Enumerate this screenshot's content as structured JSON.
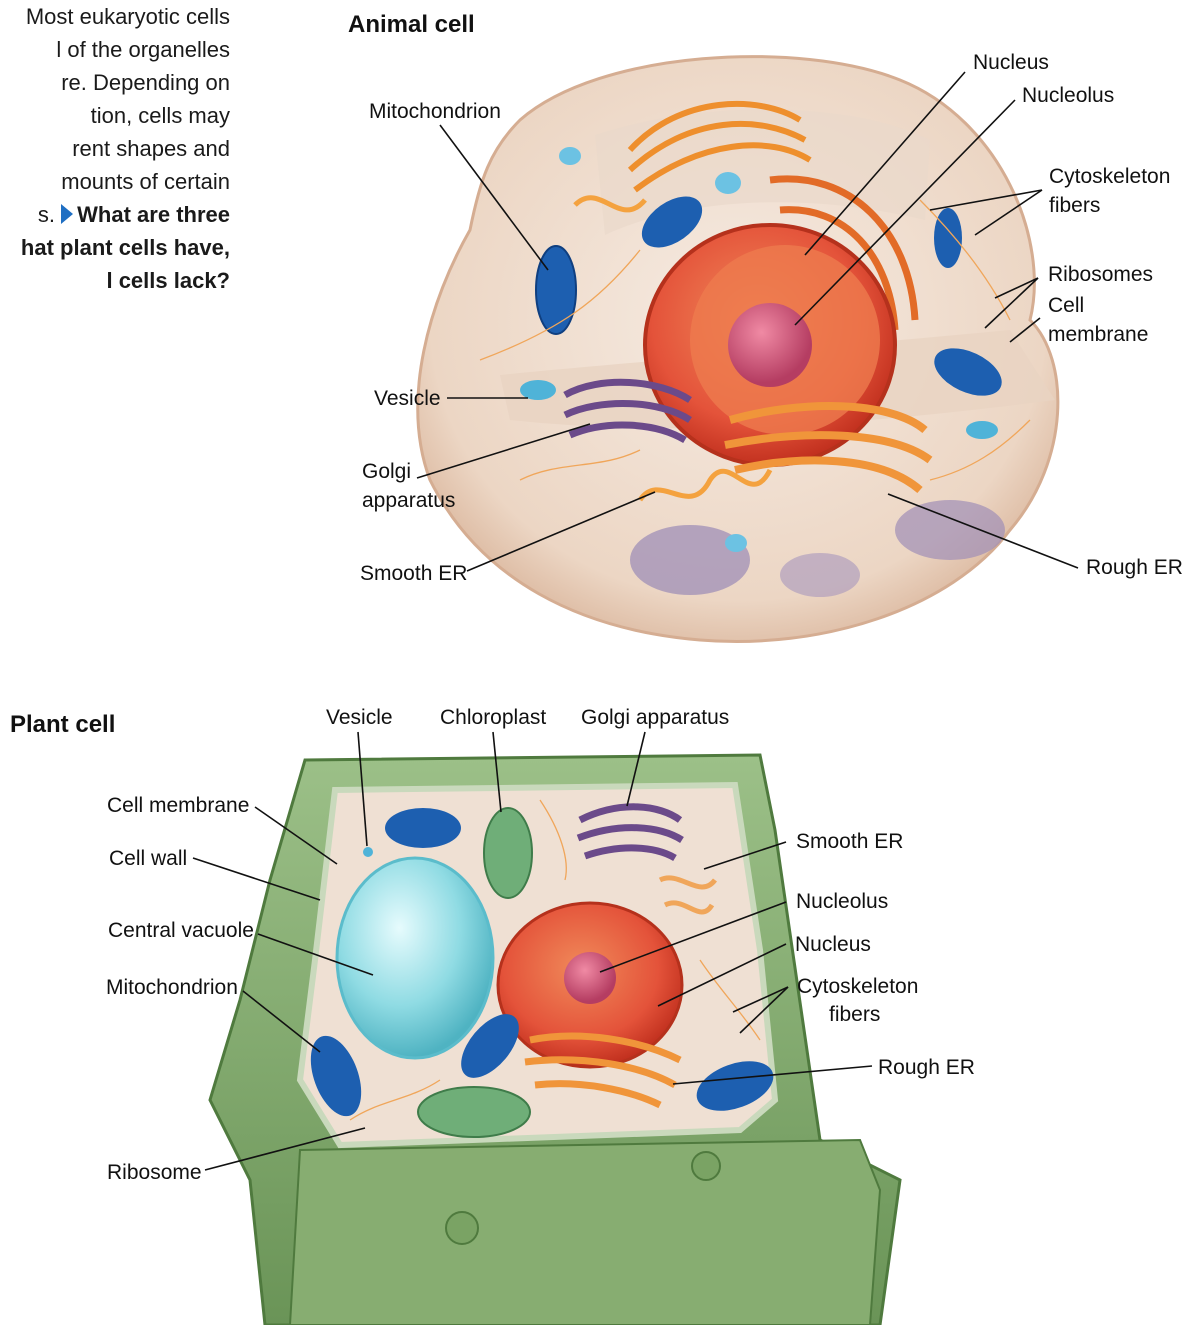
{
  "caption": {
    "lines": [
      "Most eukaryotic cells",
      "l of the organelles",
      "re. Depending on",
      "tion, cells may",
      "rent shapes and",
      "mounts of certain"
    ],
    "question_lines": [
      "What are three",
      "hat plant cells have,",
      "l cells lack?"
    ],
    "question_prefix": "s."
  },
  "animal": {
    "title": "Animal cell",
    "labels": {
      "mitochondrion": "Mitochondrion",
      "nucleus": "Nucleus",
      "nucleolus": "Nucleolus",
      "cytoskeleton_1": "Cytoskeleton",
      "cytoskeleton_2": "fibers",
      "ribosomes": "Ribosomes",
      "cell_membrane_1": "Cell",
      "cell_membrane_2": "membrane",
      "vesicle": "Vesicle",
      "golgi_1": "Golgi",
      "golgi_2": "apparatus",
      "smooth_er": "Smooth ER",
      "rough_er": "Rough ER"
    }
  },
  "plant": {
    "title": "Plant cell",
    "labels": {
      "vesicle": "Vesicle",
      "chloroplast": "Chloroplast",
      "golgi": "Golgi apparatus",
      "cell_membrane": "Cell membrane",
      "cell_wall": "Cell wall",
      "central_vacuole": "Central vacuole",
      "mitochondrion": "Mitochondrion",
      "ribosome": "Ribosome",
      "smooth_er": "Smooth ER",
      "nucleolus": "Nucleolus",
      "nucleus": "Nucleus",
      "cytoskeleton_1": "Cytoskeleton",
      "cytoskeleton_2": "fibers",
      "rough_er": "Rough ER"
    }
  },
  "colors": {
    "arrow": "#1f6fc3",
    "cell_wall": "#7fa66a",
    "cytoplasm": "#efe0d3",
    "nucleus": "#e4533a",
    "nucleolus": "#c24a6e",
    "mitochondria": "#1d5fb0",
    "vacuole": "#8fdbe3",
    "chloroplast": "#6fae78",
    "golgi": "#6b4a8a",
    "er": "#ee9a3e"
  }
}
